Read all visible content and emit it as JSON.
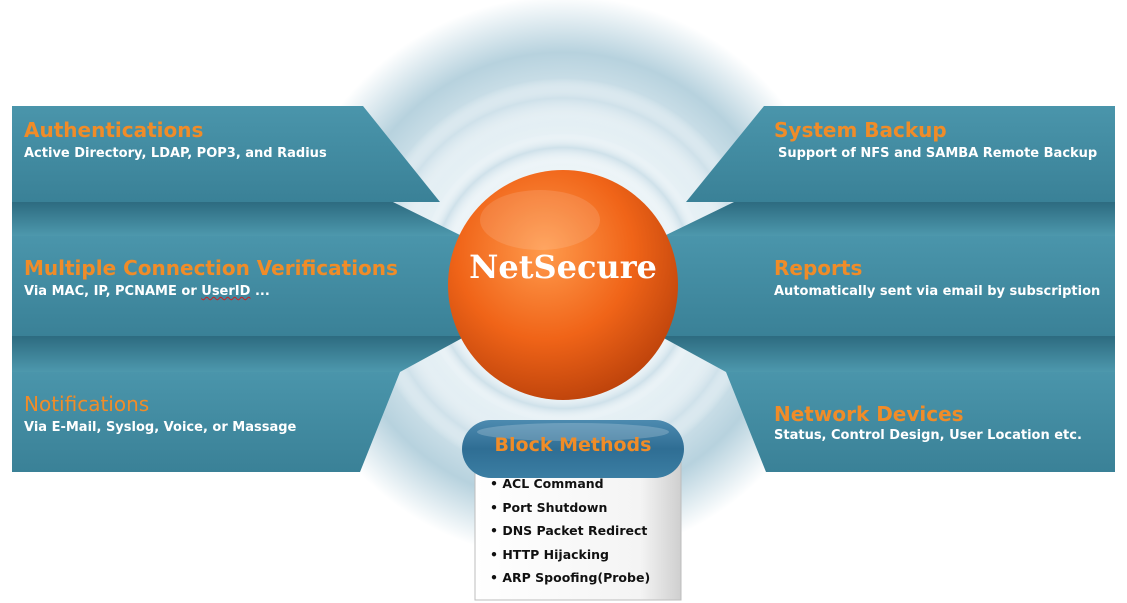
{
  "center": {
    "label": "NetSecure"
  },
  "left_panels": [
    {
      "title": "Authentications",
      "description": "Active Directory, LDAP, POP3, and Radius"
    },
    {
      "title": "Multiple Connection Verifications",
      "description_prefix": "Via MAC, IP, PCNAME or ",
      "description_underlined": "UserID",
      "description_suffix": " ..."
    },
    {
      "title": "Notifications",
      "description": "Via E-Mail, Syslog, Voice, or Massage"
    }
  ],
  "right_panels": [
    {
      "title": "System Backup",
      "description": "Support of NFS and SAMBA Remote Backup"
    },
    {
      "title": "Reports",
      "description": "Automatically sent via email by subscription"
    },
    {
      "title": "Network Devices",
      "description": "Status, Control Design, User Location etc."
    }
  ],
  "block_methods": {
    "title": "Block Methods",
    "items": [
      "ACL Command",
      "Port Shutdown",
      "DNS Packet Redirect",
      "HTTP Hijacking",
      "ARP Spoofing(Probe)"
    ]
  },
  "colors": {
    "panel": "#3f8aa0",
    "panel_dark": "#2a6478",
    "title": "#f08c28",
    "sphere": "#e8621a"
  }
}
